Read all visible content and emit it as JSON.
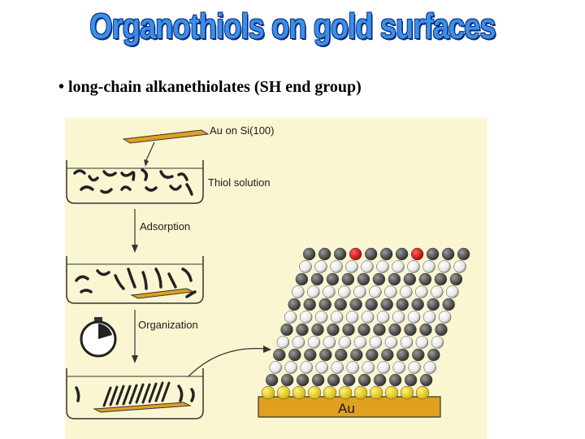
{
  "title": "Organothiols on gold surfaces",
  "bullet": "• long-chain alkanethiolates (SH end group)",
  "figure": {
    "labels": {
      "substrate": "Au on Si(100)",
      "solution": "Thiol solution",
      "step1": "Adsorption",
      "step2": "Organization",
      "gold": "Au"
    },
    "colors": {
      "background": "#fbf6d2",
      "gold_slab": "#e0a020",
      "sulfur": "#f5d800",
      "hydrogen_carbon": "#ffffff",
      "end_group": "#e01010",
      "dark_atom": "#555555"
    }
  }
}
